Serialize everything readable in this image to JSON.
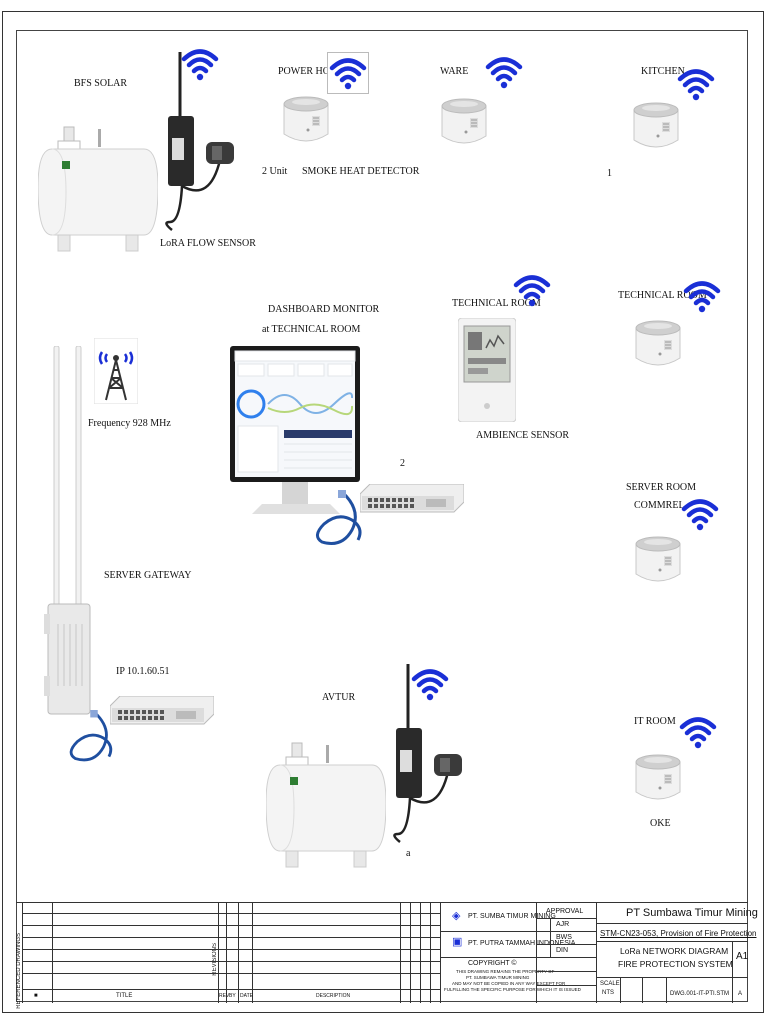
{
  "labels": {
    "bfs_solar": "BFS SOLAR",
    "lora_flow_sensor": "LoRA FLOW SENSOR",
    "power_house": "POWER HOUSE",
    "unit_count": "2 Unit",
    "smoke_heat_detector": "SMOKE HEAT DETECTOR",
    "ware": "WARE",
    "kitchen": "KITCHEN",
    "kitchen_count": "1",
    "dashboard_monitor": "DASHBOARD MONITOR",
    "at_technical_room": "at TECHNICAL ROOM",
    "technical_room_1": "TECHNICAL ROOM",
    "technical_room_2": "TECHNICAL ROOM",
    "ambience_sensor": "AMBIENCE SENSOR",
    "switch_count": "2",
    "frequency": "Frequency 928 MHz",
    "server_gateway": "SERVER GATEWAY",
    "ip": "IP 10.1.60.51",
    "server_room": "SERVER ROOM",
    "commrel": "COMMREL",
    "avtur": "AVTUR",
    "avtur_count": "a",
    "it_room": "IT ROOM",
    "oke": "OKE"
  },
  "title_block": {
    "company": "PT Sumbawa Timur Mining",
    "project": "STM-CN23-053, Provision of Fire Protection",
    "drawing_title_1": "LoRa NETWORK DIAGRAM",
    "drawing_title_2": "FIRE PROTECTION SYSTEM",
    "size": "A1",
    "owner_1": "PT. SUMBA TIMUR MINING",
    "owner_2": "PT. PUTRA TAMMAH INDONESIA",
    "approval": "APPROVAL",
    "drawn": "AJR",
    "checked": "BWS",
    "designed": "DIN",
    "copyright": "COPYRIGHT ©",
    "copyright_text_1": "THIS DRAWING REMAINS THE PROPERTY OF",
    "copyright_text_2": "PT. SUMBAWA TIMUR MINING",
    "copyright_text_3": "AND MAY NOT BE COPIED IN ANY WAY EXCEPT FOR",
    "copyright_text_4": "FULFILLING THE SPECIFIC PURPOSE FOR WHICH IT IS ISSUED",
    "scale_label": "SCALE",
    "scale": "NTS",
    "drawing_no": "DWG.001-IT-PTI.STM",
    "rev": "A",
    "col_title": "TITLE",
    "col_rev": "REV",
    "col_by": "BY",
    "col_date": "DATE",
    "col_desc": "DESCRIPTION",
    "ref_drawings": "REFERENCED DRAWINGS",
    "revisions": "REVISIONS"
  },
  "colors": {
    "wifi": "#1a2fd6",
    "cable": "#1f4fa0",
    "tower": "#333333"
  }
}
